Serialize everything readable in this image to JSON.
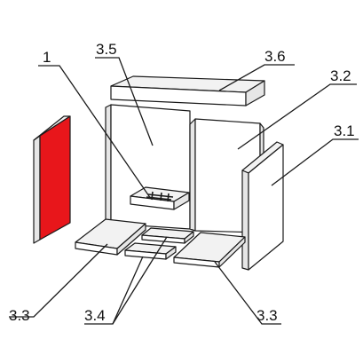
{
  "diagram": {
    "colors": {
      "highlight": "#e8161b",
      "panel_face": "#ffffff",
      "panel_side": "#e6e6e6",
      "panel_top": "#f2f2f2",
      "stroke": "#1a1a1a"
    },
    "callouts": {
      "part_1": "1",
      "part_3_5": "3.5",
      "part_3_6": "3.6",
      "part_3_2": "3.2",
      "part_3_1": "3.1",
      "part_3_3_left": "3.3",
      "part_3_4": "3.4",
      "part_3_3_right": "3.3"
    }
  }
}
